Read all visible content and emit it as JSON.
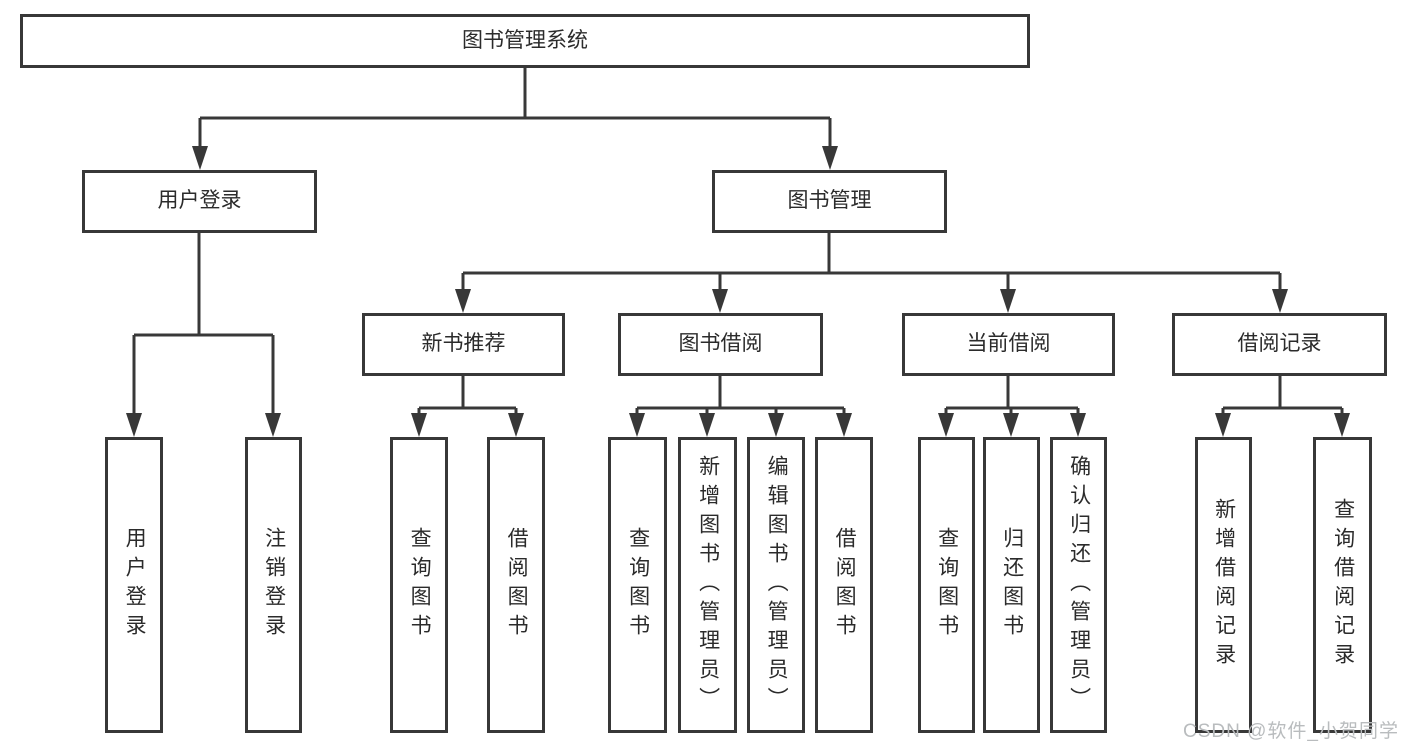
{
  "diagram": {
    "root": {
      "label": "图书管理系统"
    },
    "user_login": {
      "label": "用户登录",
      "children": [
        {
          "label": "用户登录"
        },
        {
          "label": "注销登录"
        }
      ]
    },
    "book_management": {
      "label": "图书管理",
      "children": [
        {
          "label": "新书推荐",
          "children": [
            {
              "label": "查询图书"
            },
            {
              "label": "借阅图书"
            }
          ]
        },
        {
          "label": "图书借阅",
          "children": [
            {
              "label": "查询图书"
            },
            {
              "label": "新增图书（管理员）"
            },
            {
              "label": "编辑图书（管理员）"
            },
            {
              "label": "借阅图书"
            }
          ]
        },
        {
          "label": "当前借阅",
          "children": [
            {
              "label": "查询图书"
            },
            {
              "label": "归还图书"
            },
            {
              "label": "确认归还（管理员）"
            }
          ]
        },
        {
          "label": "借阅记录",
          "children": [
            {
              "label": "新增借阅记录"
            },
            {
              "label": "查询借阅记录"
            }
          ]
        }
      ]
    }
  },
  "watermark": {
    "text": "CSDN @软件_小贺同学"
  },
  "colors": {
    "border": "#383838",
    "text": "#2b2b2b",
    "watermark": "#b9bcbe",
    "background": "#ffffff"
  }
}
